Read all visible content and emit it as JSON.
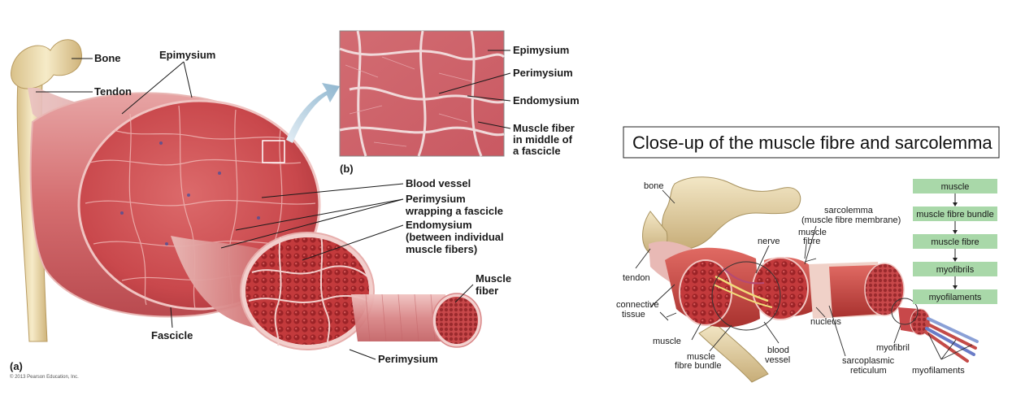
{
  "left_diagram": {
    "panel_a": "(a)",
    "panel_b": "(b)",
    "copyright": "© 2013 Pearson Education, Inc.",
    "labels": {
      "bone": "Bone",
      "tendon": "Tendon",
      "epimysium": "Epimysium",
      "blood_vessel": "Blood vessel",
      "perimysium_wrap_1": "Perimysium",
      "perimysium_wrap_2": "wrapping a fascicle",
      "endomysium_1": "Endomysium",
      "endomysium_2": "(between individual",
      "endomysium_3": "muscle fibers)",
      "muscle_fiber_1": "Muscle",
      "muscle_fiber_2": "fiber",
      "fascicle": "Fascicle",
      "perimysium_bottom": "Perimysium"
    },
    "micrograph_labels": {
      "epimysium": "Epimysium",
      "perimysium": "Perimysium",
      "endomysium": "Endomysium",
      "fiber_1": "Muscle fiber",
      "fiber_2": "in middle of",
      "fiber_3": "a fascicle"
    }
  },
  "right_diagram": {
    "caption": "Close-up of the muscle fibre and sarcolemma",
    "labels": {
      "bone": "bone",
      "sarcolemma_1": "sarcolemma",
      "sarcolemma_2": "(muscle fibre membrane)",
      "muscle_fibre_1": "muscle",
      "muscle_fibre_2": "fibre",
      "nerve": "nerve",
      "tendon": "tendon",
      "connective_1": "connective",
      "connective_2": "tissue",
      "muscle": "muscle",
      "bundle_1": "muscle",
      "bundle_2": "fibre bundle",
      "vessel_1": "blood",
      "vessel_2": "vessel",
      "nucleus": "nucleus",
      "sr_1": "sarcoplasmic",
      "sr_2": "reticulum",
      "myofibril": "myofibril",
      "myofilaments": "myofilaments"
    },
    "flow_steps": [
      "muscle",
      "muscle fibre bundle",
      "muscle fibre",
      "myofibrils",
      "myofilaments"
    ]
  },
  "colors": {
    "muscle": "#c9484c",
    "muscle_dark": "#9e2b31",
    "muscle_light": "#e58a8c",
    "sheath": "#f0c4c2",
    "bone": "#ecdcae",
    "flow_box": "#a9d8a9",
    "arrow": "#9dbfd4"
  }
}
